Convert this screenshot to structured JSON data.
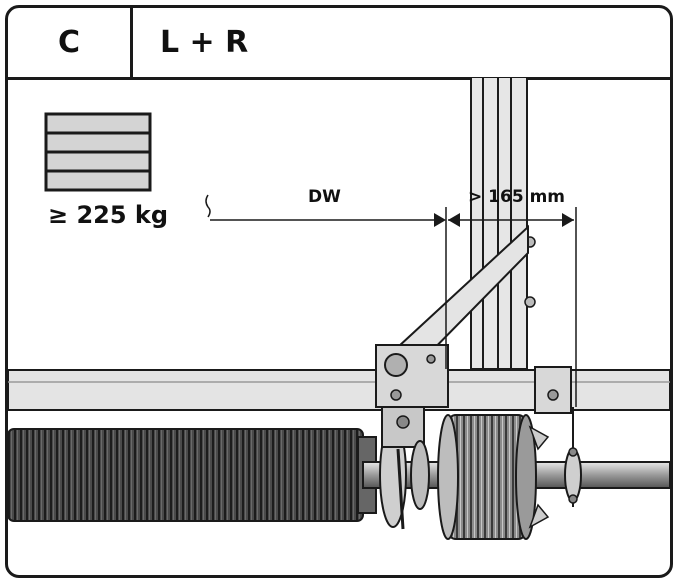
{
  "header": {
    "variant": "C",
    "side": "L + R"
  },
  "weight_label": "≥ 225 kg",
  "dims": {
    "dw_label": "DW",
    "offset_label": "> 165 mm"
  },
  "colors": {
    "outline": "#1a1a1a",
    "steel_light": "#dcdcdc",
    "steel_mid": "#a8a8a8",
    "spring_dark": "#3a3a3a"
  }
}
